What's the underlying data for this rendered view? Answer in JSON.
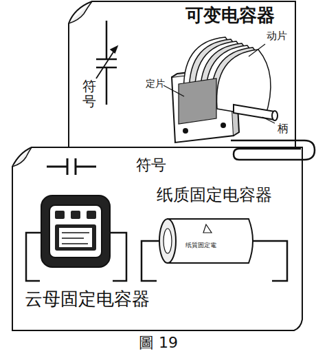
{
  "diagram": {
    "caption": "圖 19",
    "nodes": [
      {
        "text": [
          "可变电容器",
          "符号",
          "动片",
          "定片",
          "柄"
        ]
      },
      {
        "text": [
          "符号",
          "纸质固定电容器",
          "云母固定电容器"
        ]
      }
    ],
    "labels": [
      "纸質固定電"
    ]
  }
}
